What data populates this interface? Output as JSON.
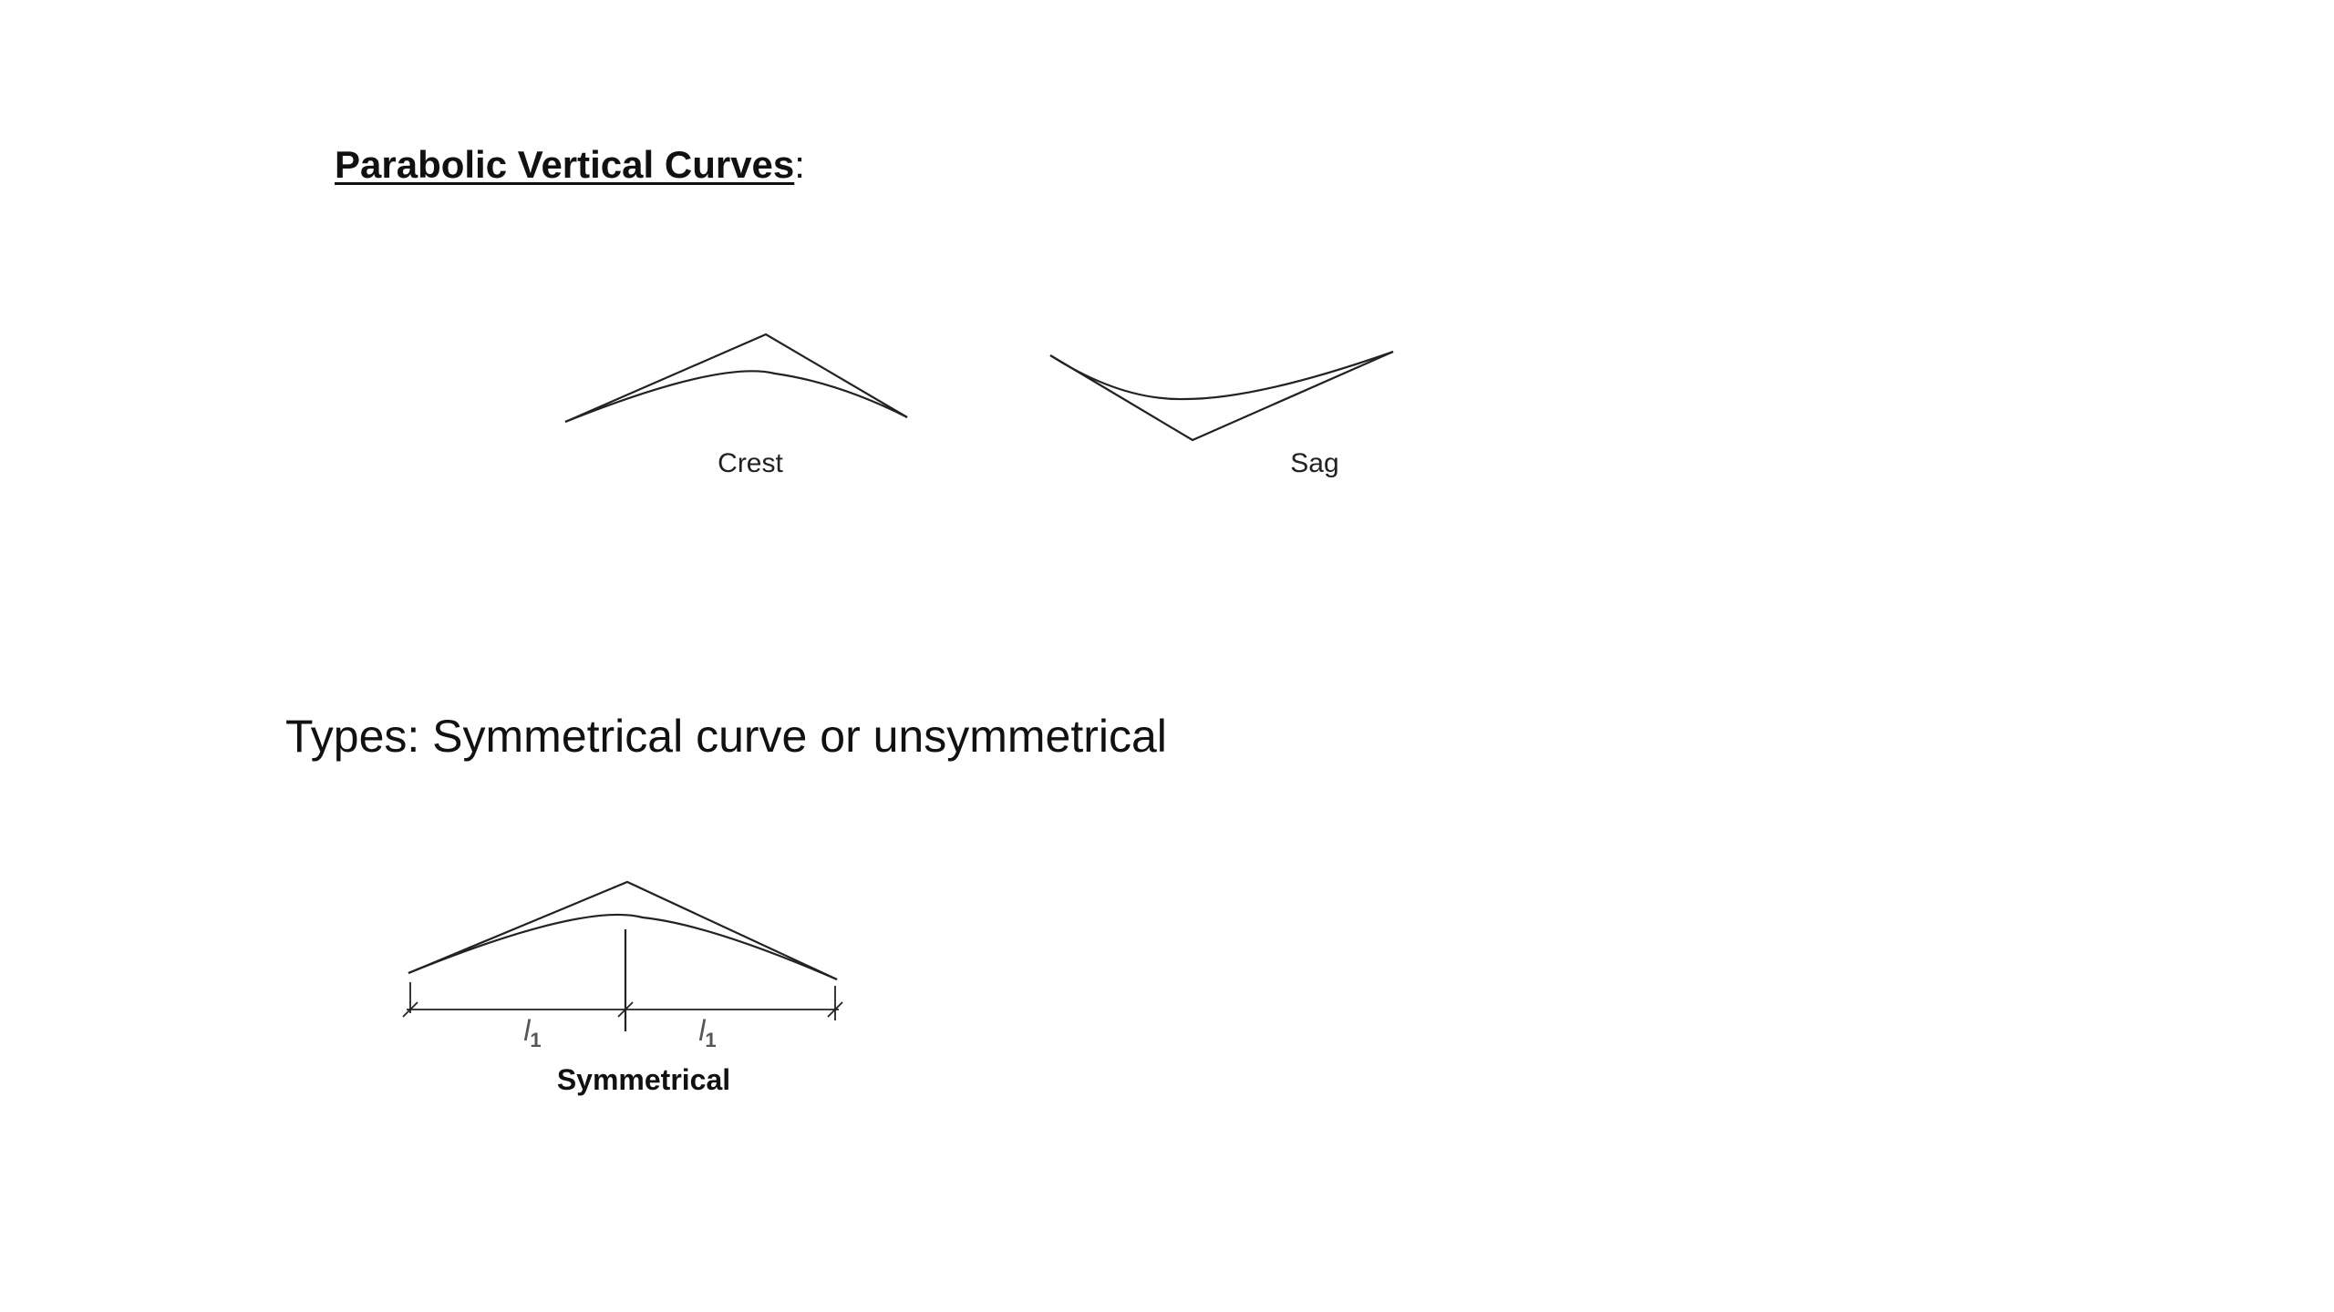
{
  "title": {
    "text": "Parabolic Vertical Curves",
    "suffix": ":"
  },
  "top_diagram": {
    "crest_label": "Crest",
    "sag_label": "Sag"
  },
  "types": {
    "text": "Types: Symmetrical curve or unsymmetrical"
  },
  "symmetrical_diagram": {
    "length_left_label": "l",
    "length_left_sub": "1",
    "length_right_label": "l",
    "length_right_sub": "1",
    "caption": "Symmetrical"
  }
}
